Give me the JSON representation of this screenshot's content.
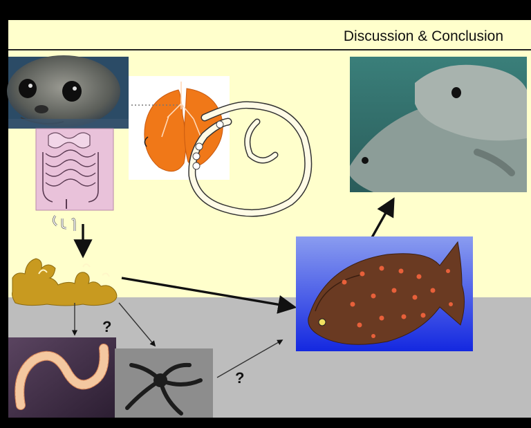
{
  "slide": {
    "title": "Discussion & Conclusion",
    "question_marks": [
      "?",
      "?"
    ]
  },
  "colors": {
    "background_upper": "#ffffcc",
    "background_lower": "#bdbdbd",
    "frame": "#000000",
    "host_gut_tissue": "#e8b8d6",
    "lung_orange": "#f07818",
    "flounder_panel": "#3040e8",
    "arrow": "#111111"
  },
  "icons": [
    "harbor-seal-face-image",
    "seal-intestine-diagram",
    "seal-lung-diagram",
    "coiled-nematode-worm",
    "worm-larva-stages",
    "parasite-eggs-cluster",
    "flounder-fish-image",
    "swimming-seal-image",
    "polychaete-worm-image",
    "brittle-star-image"
  ]
}
